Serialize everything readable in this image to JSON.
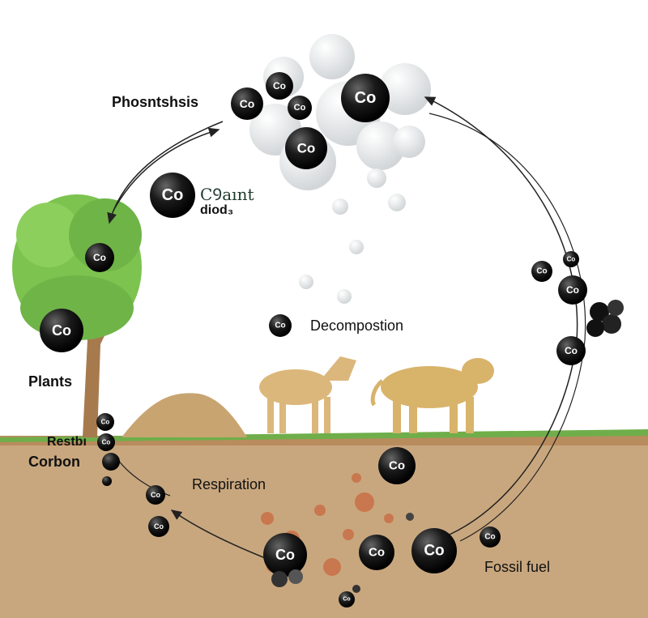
{
  "labels": {
    "photosynthesis": "Phosntshsis",
    "carbon_dioxide_line1": "CꝮaınt",
    "carbon_dioxide_line2": "diod₃",
    "plants": "Plants",
    "decomposition": "Decompostion",
    "respiration": "Respiration",
    "reservoir_line1": "Restbı",
    "reservoir_line2": "Corbon",
    "fossil_fuel": "Fossil fuel"
  },
  "molecule_label": "Co",
  "colors": {
    "soil": "#c9a77e",
    "grass": "#6fae4a",
    "leaves": "#7cc34f",
    "trunk": "#a77a4e",
    "animal": "#dcb77b",
    "molecule": "#111111",
    "arrow": "#222222"
  }
}
